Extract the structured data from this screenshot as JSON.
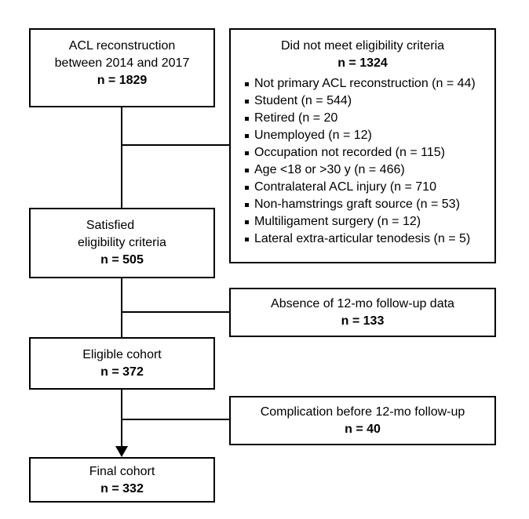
{
  "boxes": {
    "acl": {
      "lines": [
        "ACL reconstruction",
        "between 2014 and 2017"
      ],
      "n": "n = 1829"
    },
    "not_eligible": {
      "title": "Did not meet eligibility criteria",
      "n": "n = 1324",
      "items": [
        "Not primary ACL reconstruction (n = 44)",
        "Student (n = 544)",
        "Retired (n = 20",
        "Unemployed (n = 12)",
        "Occupation not recorded (n = 115)",
        "Age <18 or >30 y (n = 466)",
        "Contralateral ACL injury (n = 710",
        "Non-hamstrings graft source (n = 53)",
        "Multiligament surgery (n = 12)",
        "Lateral extra-articular tenodesis (n = 5)"
      ]
    },
    "satisfied": {
      "lines": [
        "Satisfied",
        "eligibility criteria"
      ],
      "n": "n = 505"
    },
    "absence": {
      "title": "Absence of 12-mo follow-up data",
      "n": "n = 133"
    },
    "eligible": {
      "title": "Eligible cohort",
      "n": "n = 372"
    },
    "complication": {
      "title": "Complication before 12-mo follow-up",
      "n": "n = 40"
    },
    "final": {
      "title": "Final cohort",
      "n": "n = 332"
    }
  }
}
